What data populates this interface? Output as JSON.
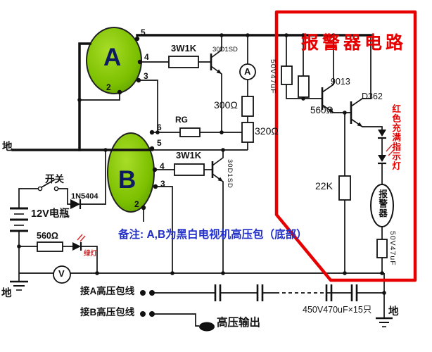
{
  "section": {
    "alarm_title": "报警器电路"
  },
  "transformer_a": {
    "label": "A",
    "pins": [
      "5",
      "4",
      "3",
      "2"
    ]
  },
  "transformer_b": {
    "label": "B",
    "pins": [
      "6",
      "5",
      "4",
      "3",
      "2"
    ]
  },
  "components": {
    "r1": "3W1K",
    "q1": "30D1SD",
    "meter_a": "A",
    "cap1": "50V47uF",
    "r2": "300Ω",
    "rg": "RG",
    "r3": "320Ω",
    "r4": "3W1K",
    "q2": "30D1SD",
    "r5": "560Ω",
    "q3": "9013",
    "q4": "D362",
    "indicator": "红色充满指示灯",
    "r6": "22K",
    "alarm": "报警器",
    "cap2": "50V47uF",
    "switch": "开关",
    "diode": "1N5404",
    "battery": "12V电瓶",
    "r7": "560Ω",
    "green_led": "绿灯",
    "meter_v": "V",
    "cap_bank": "450V470uF×15只"
  },
  "labels": {
    "ground_left": "地",
    "ground_bottom_left": "地",
    "ground_bottom_right": "地",
    "note": "备注: A,B为黑白电视机高压包（底部）",
    "wire_a": "接A高压包线",
    "wire_b": "接B高压包线",
    "hv_output": "高压输出"
  },
  "colors": {
    "alarm_outline_red": "#e60000",
    "transformer_green": "#7cc000",
    "note_blue": "#2230c8"
  }
}
